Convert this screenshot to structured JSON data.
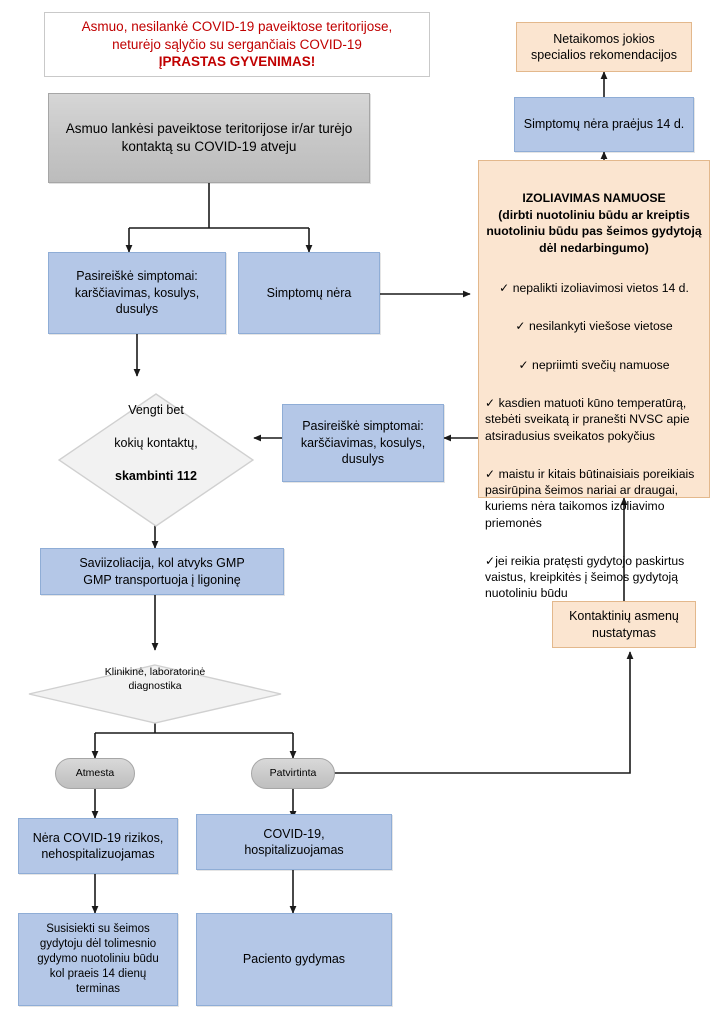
{
  "meta": {
    "title": "COVID-19 algoritmas",
    "colors": {
      "blue_fill": "#b4c7e7",
      "orange_fill": "#fbe5d0",
      "gray_fill": "#c6c6c6",
      "red_text": "#c00000",
      "diamond_fill": "#f2f2f2",
      "line": "#1a1a1a"
    }
  },
  "nodes": {
    "normal_life": {
      "line1": "Asmuo, nesilankė COVID-19 paveiktose teritorijose,",
      "line2": "neturėjo sąlyčio su sergančiais COVID-19",
      "line3": "ĮPRASTAS GYVENIMAS!"
    },
    "visited_area": "Asmuo lankėsi paveiktose teritorijose ir/ar turėjo\nkontaktą su COVID-19 atveju",
    "symptoms_1": "Pasireiškė simptomai:\nkarščiavimas, kosulys,\ndusulys",
    "no_symptoms": "Simptomų nėra",
    "symptoms_2": "Pasireiškė simptomai:\nkarščiavimas, kosulys,\ndusulys",
    "avoid_contact": {
      "line1": "Vengti bet",
      "line2": "kokių kontaktų,",
      "line3": "skambinti 112"
    },
    "self_isolation_gmp": "Saviizoliacija, kol atvyks GMP\nGMP transportuoja į ligoninę",
    "diagnostics": "Klinikinė, laboratorinė\ndiagnostika",
    "rejected": "Atmesta",
    "confirmed": "Patvirtinta",
    "no_covid_risk": "Nėra COVID-19 rizikos,\nnehospitalizuojamas",
    "covid_hospital": "COVID-19,\nhospitalizuojamas",
    "contact_family_doctor": "Susisiekti su šeimos\ngydytoju dėl tolimesnio\ngydymo nuotoliniu būdu\nkol praeis 14 dienų\nterminas",
    "patient_treatment": "Paciento gydymas",
    "contact_tracing": "Kontaktinių asmenų\nnustatymas",
    "no_symptoms_14d": "Simptomų nėra praėjus 14 d.",
    "no_recommendations": "Netaikomos jokios\nspecialios rekomendacijos",
    "home_isolation": {
      "title": "IZOLIAVIMAS NAMUOSE\n(dirbti nuotoliniu būdu ar kreiptis\nnuotoliniu būdu pas šeimos gydytoją\ndėl nedarbingumo)",
      "items": [
        "✓ nepalikti izoliavimosi vietos 14 d.",
        "✓ nesilankyti viešose vietose",
        "✓ nepriimti svečių namuose",
        "✓ kasdien matuoti kūno temperatūrą,\nstebėti sveikatą ir pranešti NVSC apie\natsiradusius sveikatos pokyčius",
        "✓ maistu ir kitais būtinaisiais poreikiais\npasirūpina šeimos nariai ar draugai,\nkuriems nėra taikomos izoliavimo\npriemonės",
        "✓jei reikia pratęsti gydytojo paskirtus\nvaistus, kreipkitės į šeimos gydytoją\nnuotoliniu būdu"
      ]
    }
  }
}
